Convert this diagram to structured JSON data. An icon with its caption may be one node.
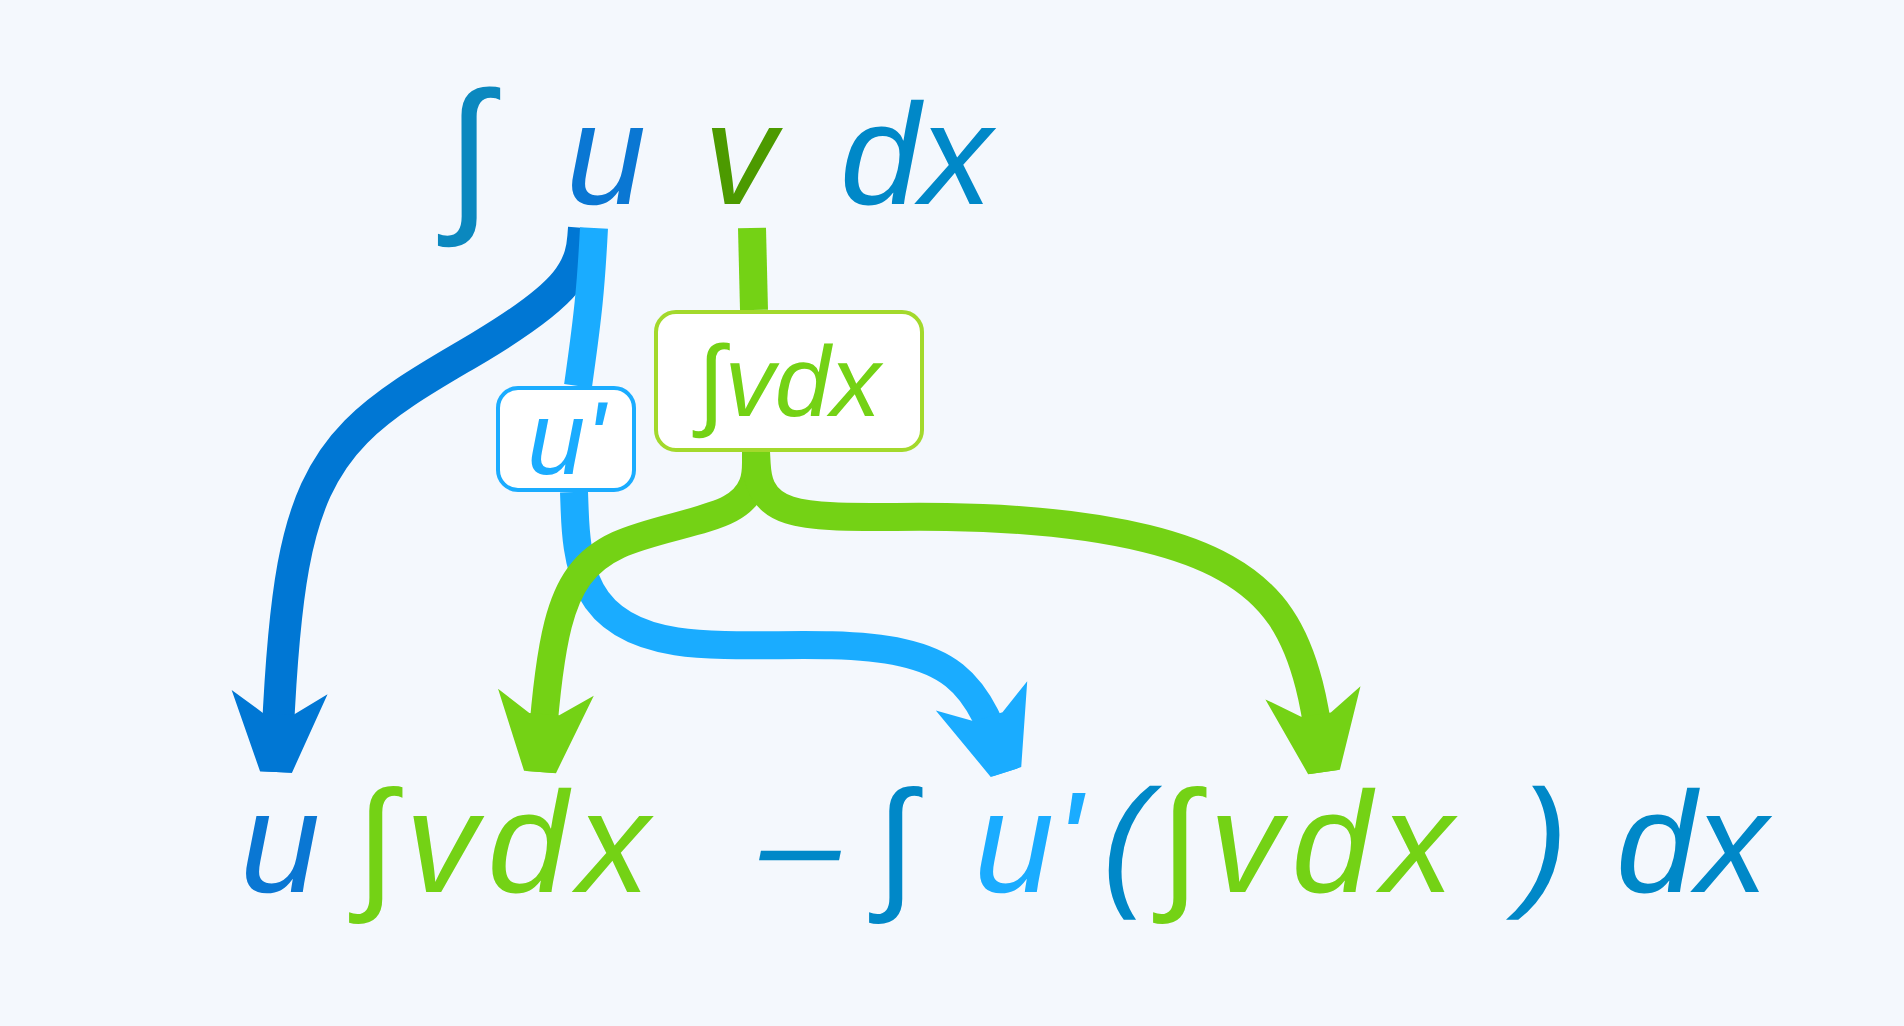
{
  "diagram": {
    "nodes": [
      {
        "text": [
          "u"
        ]
      },
      {
        "text": [
          "v"
        ]
      },
      {
        "text": [
          "u'"
        ]
      },
      {
        "text": [
          "∫vdx"
        ]
      },
      {
        "text": [
          "u"
        ]
      },
      {
        "text": [
          "∫vdx"
        ]
      },
      {
        "text": [
          "u'"
        ]
      },
      {
        "text": [
          "∫vdx"
        ]
      }
    ],
    "edges": [
      {
        "from": 0,
        "to": 4,
        "arrow": "to",
        "color": "#0077d4"
      },
      {
        "from": 0,
        "to": 2,
        "arrow": "none",
        "color": "#1aacff"
      },
      {
        "from": 2,
        "to": 6,
        "arrow": "to",
        "color": "#1aacff"
      },
      {
        "from": 1,
        "to": 3,
        "arrow": "none",
        "color": "#74d215"
      },
      {
        "from": 3,
        "to": 5,
        "arrow": "to",
        "color": "#74d215"
      },
      {
        "from": 3,
        "to": 7,
        "arrow": "to",
        "color": "#74d215"
      }
    ],
    "labels": [
      "∫",
      "dx",
      "–",
      "∫",
      "(",
      ")",
      "dx"
    ]
  }
}
